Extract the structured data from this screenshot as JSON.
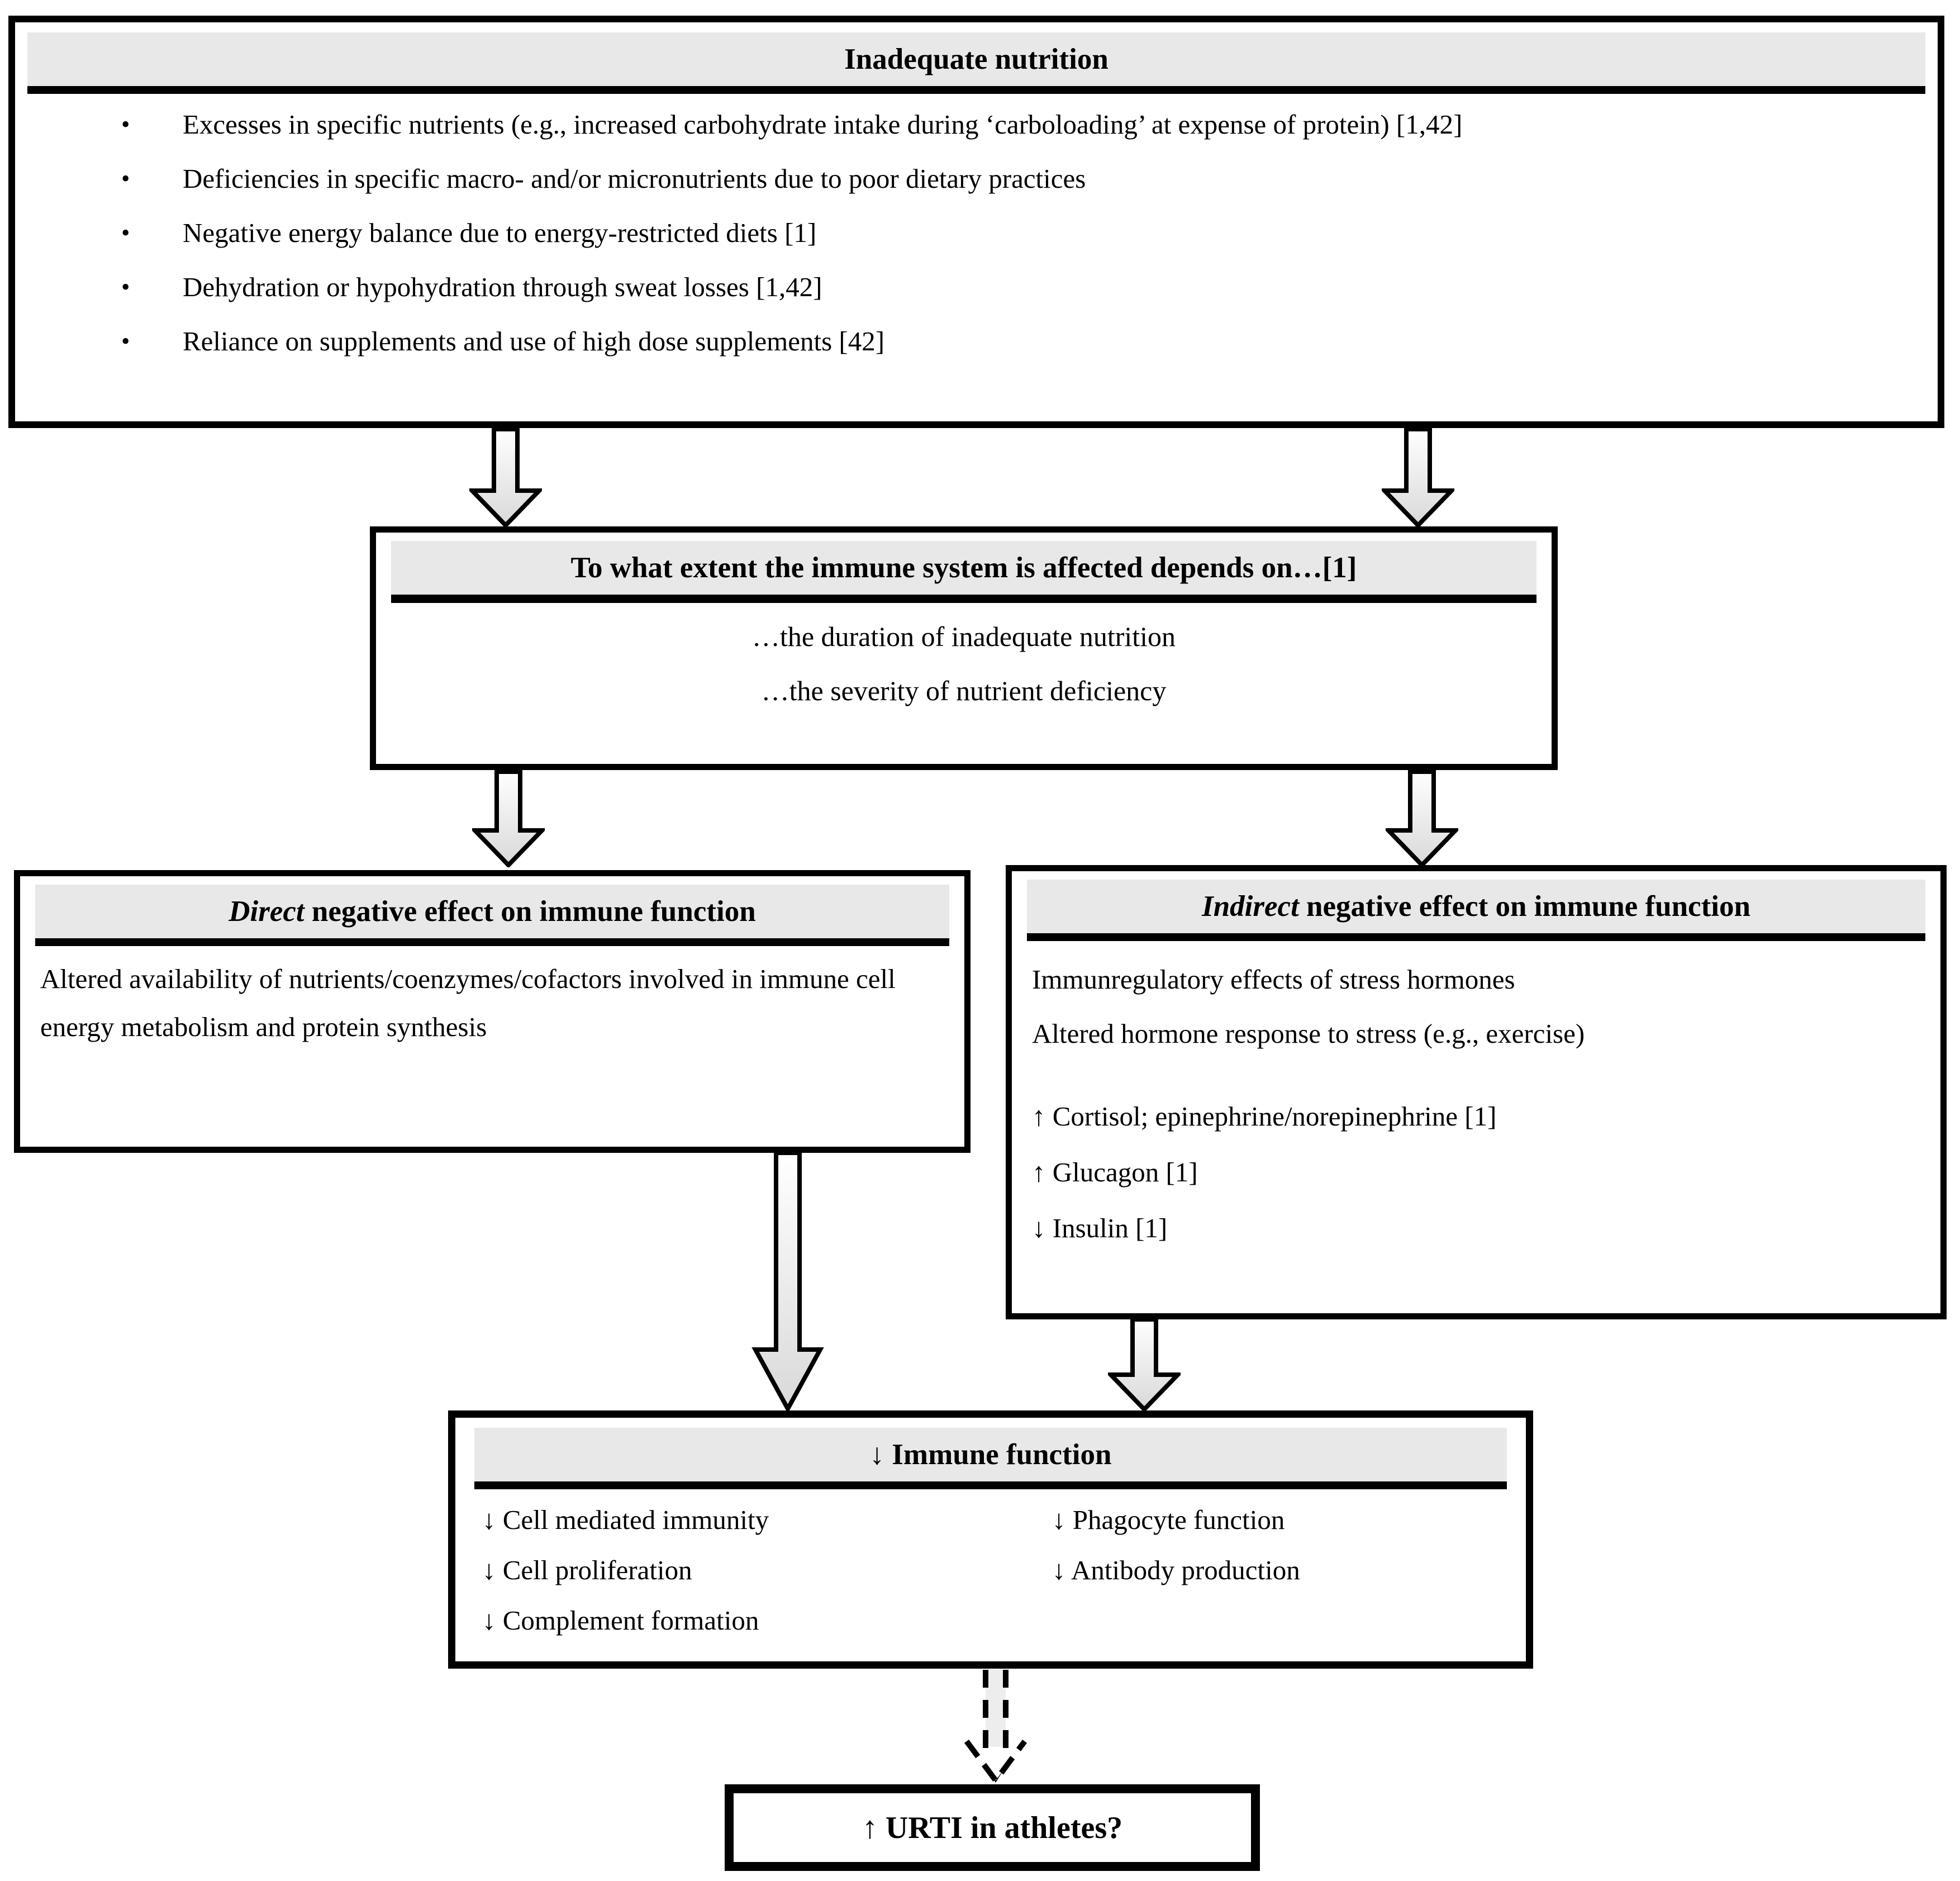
{
  "top_box": {
    "title": "Inadequate nutrition",
    "bullets": [
      "Excesses in specific nutrients (e.g., increased carbohydrate intake during ‘carboloading’ at expense of protein) [1,42]",
      "Deficiencies in specific macro- and/or micronutrients due to poor dietary practices",
      "Negative energy balance due to energy-restricted diets [1]",
      "Dehydration or hypohydration through sweat losses [1,42]",
      "Reliance on supplements and use of high dose supplements [42]"
    ]
  },
  "depends_box": {
    "title": "To what extent the immune system is affected depends on…[1]",
    "lines": [
      "…the duration of inadequate nutrition",
      "…the severity of nutrient deficiency"
    ]
  },
  "direct_box": {
    "title_em": "Direct",
    "title_rest": " negative effect on immune function",
    "body": "Altered availability of nutrients/coenzymes/cofactors involved in immune cell energy metabolism and protein synthesis"
  },
  "indirect_box": {
    "title_em": "Indirect",
    "title_rest": " negative effect on immune function",
    "lines": [
      "Immunregulatory effects of stress hormones",
      "Altered hormone response to stress (e.g., exercise)"
    ],
    "hormones": [
      "↑ Cortisol; epinephrine/norepinephrine [1]",
      "↑ Glucagon [1]",
      "↓ Insulin [1]"
    ]
  },
  "immune_box": {
    "title": "↓ Immune function",
    "col1": [
      "↓ Cell mediated immunity",
      "↓ Cell proliferation",
      "↓ Complement formation"
    ],
    "col2": [
      "↓ Phagocyte function",
      "↓ Antibody production"
    ]
  },
  "urti_box": {
    "title": "↑ URTI in athletes?"
  },
  "glyphs": {
    "bullet": "•"
  },
  "colors": {
    "band_gray": "#e8e8e8",
    "border_black": "#000000",
    "arrow_fill_top": "#ffffff",
    "arrow_fill_bottom": "#d9d9d9"
  }
}
